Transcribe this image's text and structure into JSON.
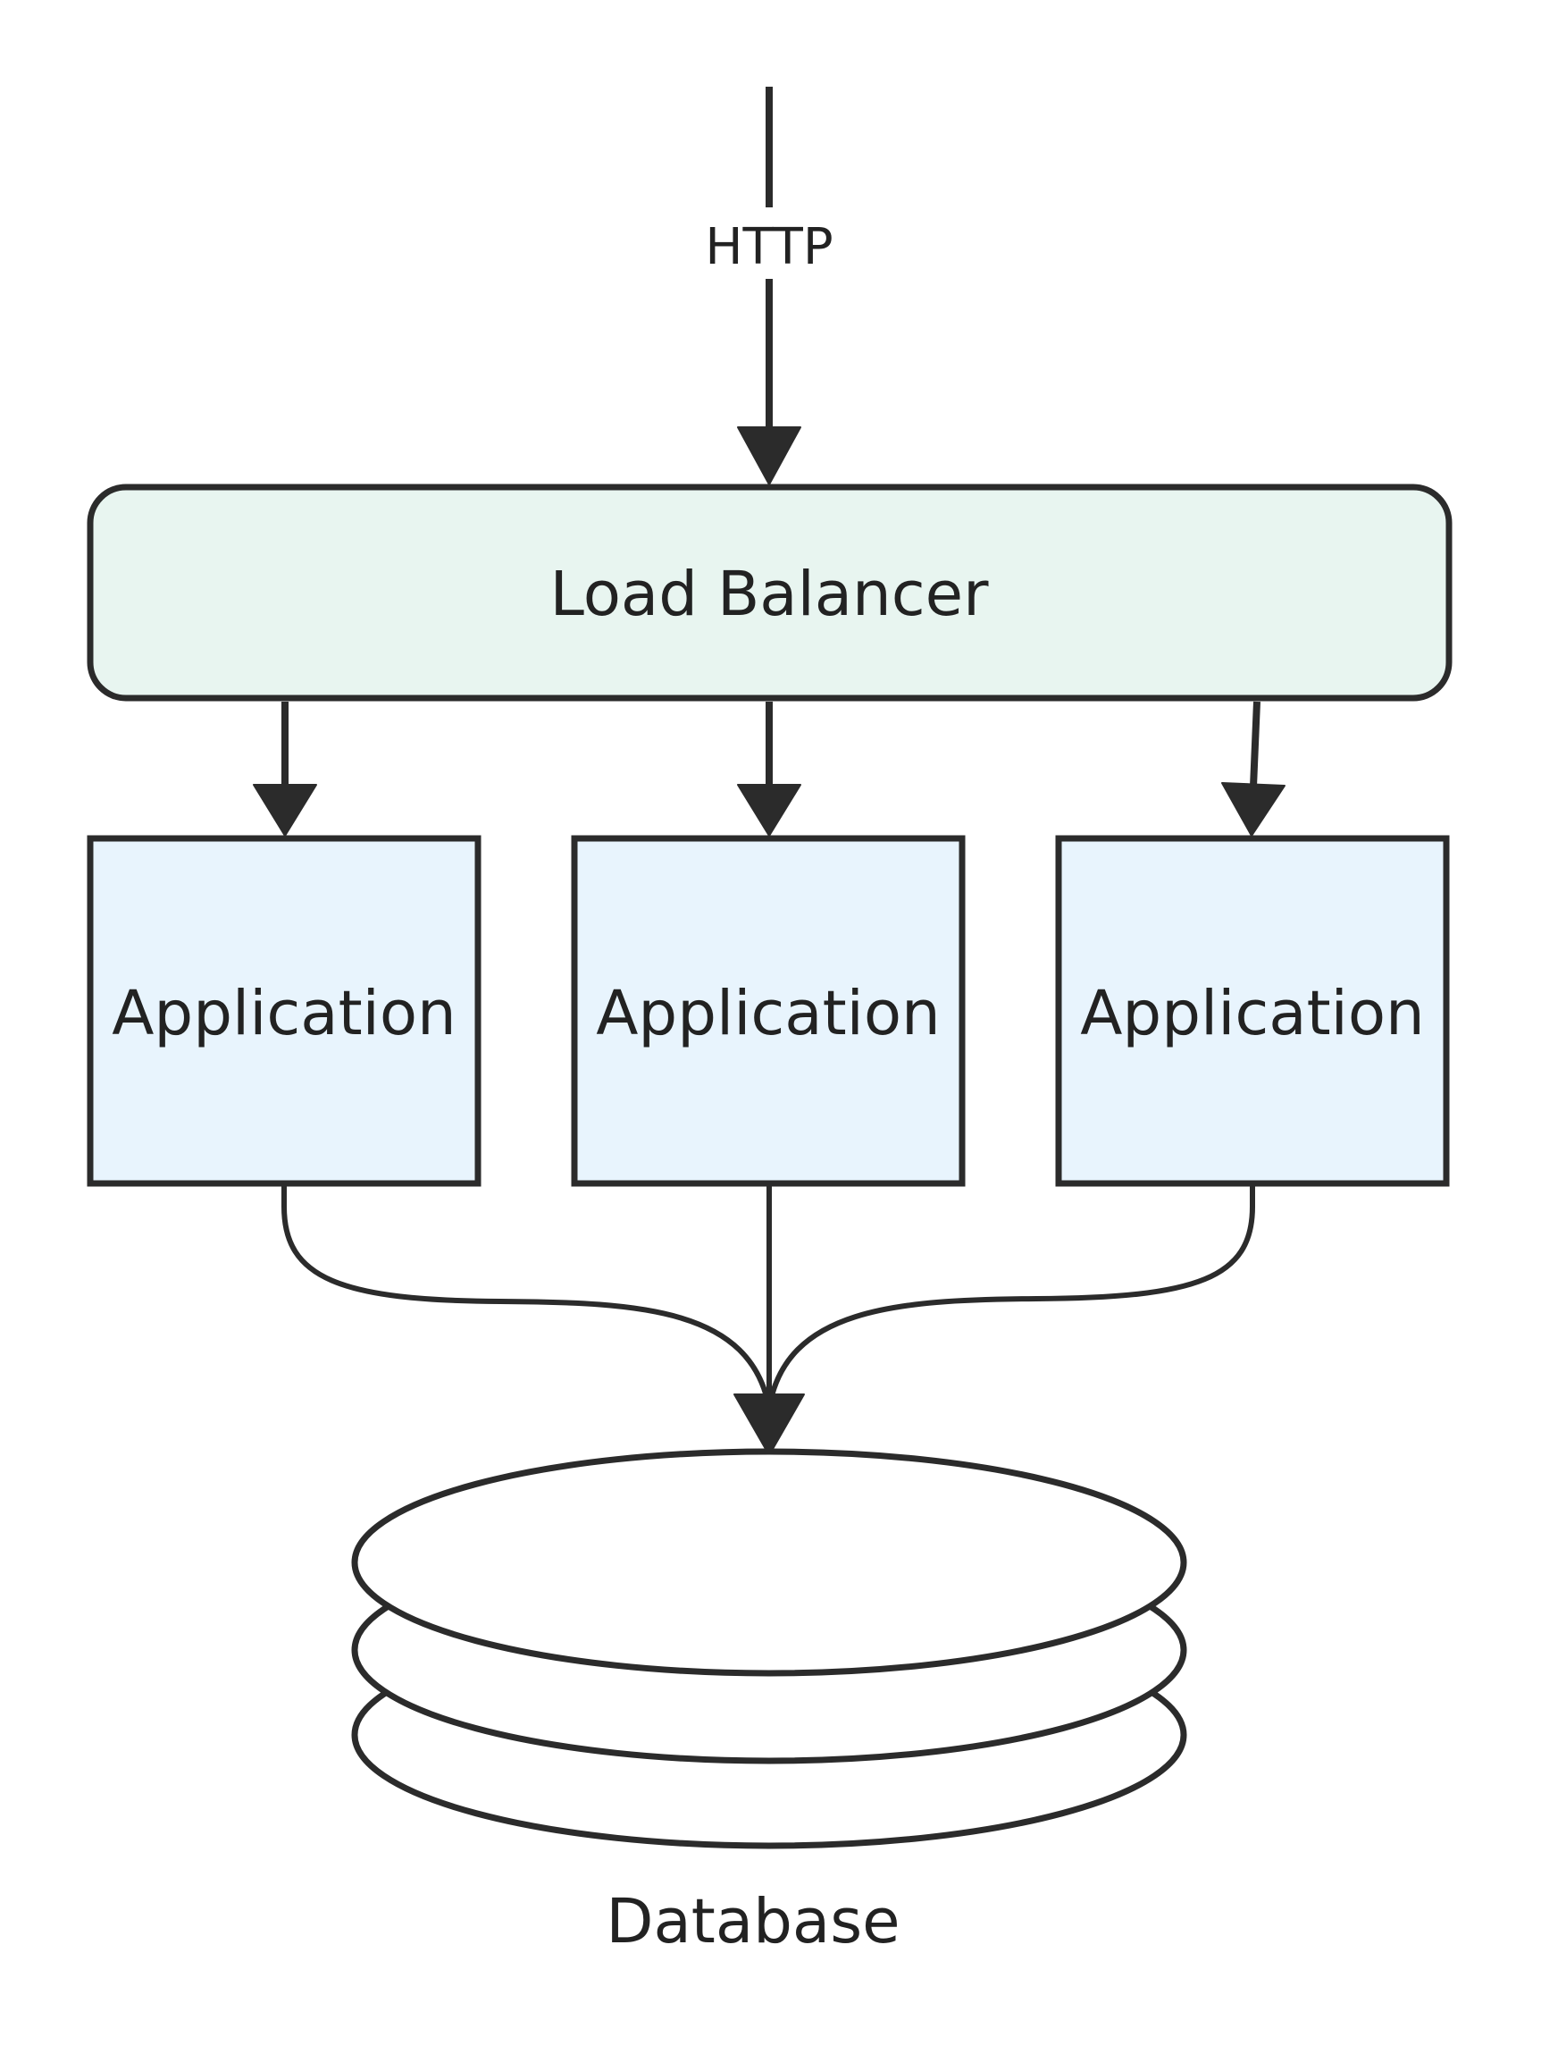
{
  "colors": {
    "stroke": "#2b2b2b",
    "load_balancer_fill": "#e8f5f0",
    "application_fill": "#e8f4fd",
    "database_fill": "#ffffff",
    "background": "#ffffff"
  },
  "edges": {
    "http_label": "HTTP"
  },
  "nodes": {
    "load_balancer": {
      "label": "Load Balancer"
    },
    "applications": [
      {
        "label": "Application"
      },
      {
        "label": "Application"
      },
      {
        "label": "Application"
      }
    ],
    "database": {
      "label": "Database"
    }
  }
}
